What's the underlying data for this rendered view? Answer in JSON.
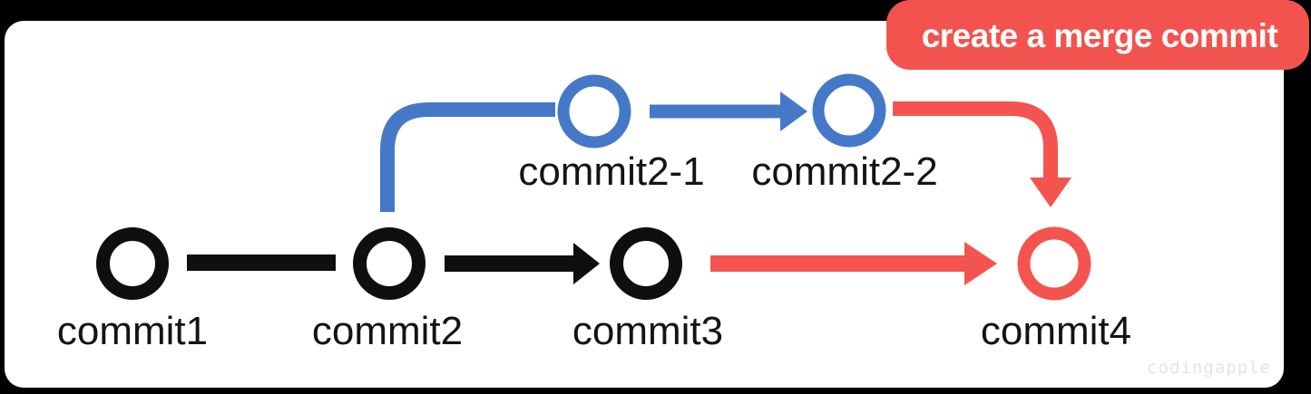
{
  "page": {
    "background": "#000000",
    "canvas_fill": "#ffffff"
  },
  "badge": {
    "label": "create a merge commit",
    "bg": "#f3534e",
    "text_color": "#ffffff"
  },
  "watermark": {
    "text": "codingapple",
    "color": "#e4e4e4"
  },
  "colors": {
    "black": "#0f0f0f",
    "blue": "#4678c8",
    "red": "#f4544f",
    "label": "#141414",
    "node_fill": "#ffffff"
  },
  "diagram": {
    "type": "git-commit-graph",
    "nodes": [
      {
        "id": "commit1",
        "label": "commit1",
        "branch": "main",
        "color_key": "black"
      },
      {
        "id": "commit2",
        "label": "commit2",
        "branch": "main",
        "color_key": "black"
      },
      {
        "id": "commit3",
        "label": "commit3",
        "branch": "main",
        "color_key": "black"
      },
      {
        "id": "commit2-1",
        "label": "commit2-1",
        "branch": "feature",
        "color_key": "blue"
      },
      {
        "id": "commit2-2",
        "label": "commit2-2",
        "branch": "feature",
        "color_key": "blue"
      },
      {
        "id": "commit4",
        "label": "commit4",
        "branch": "merge",
        "color_key": "red"
      }
    ],
    "edges": [
      {
        "from": "commit1",
        "to": "commit2",
        "color_key": "black",
        "arrowhead": false,
        "curved": false
      },
      {
        "from": "commit2",
        "to": "commit3",
        "color_key": "black",
        "arrowhead": true,
        "curved": false
      },
      {
        "from": "commit2",
        "to": "commit2-1",
        "color_key": "blue",
        "arrowhead": false,
        "curved": true
      },
      {
        "from": "commit2-1",
        "to": "commit2-2",
        "color_key": "blue",
        "arrowhead": true,
        "curved": false
      },
      {
        "from": "commit3",
        "to": "commit4",
        "color_key": "red",
        "arrowhead": true,
        "curved": false
      },
      {
        "from": "commit2-2",
        "to": "commit4",
        "color_key": "red",
        "arrowhead": true,
        "curved": true
      }
    ]
  }
}
